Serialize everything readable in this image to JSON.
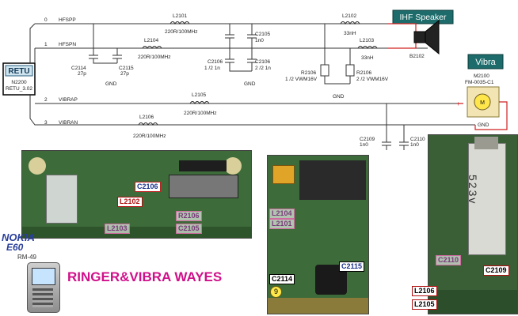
{
  "schematic": {
    "retu": {
      "title": "RETU",
      "part": "N2200",
      "version": "RETU_3.02"
    },
    "nets": [
      {
        "num": "0",
        "name": "HFSPP"
      },
      {
        "num": "1",
        "name": "HFSPN"
      },
      {
        "num": "2",
        "name": "VIBRAP"
      },
      {
        "num": "3",
        "name": "VIBRAN"
      }
    ],
    "components": {
      "L2101": {
        "ref": "L2101",
        "value": "220R/100MHz"
      },
      "L2104": {
        "ref": "L2104",
        "value": "220R/100MHz"
      },
      "L2102": {
        "ref": "L2102",
        "value": "33nH"
      },
      "L2103": {
        "ref": "L2103",
        "value": "33nH"
      },
      "L2105": {
        "ref": "L2105",
        "value": "220R/100MHz"
      },
      "L2106": {
        "ref": "L2106",
        "value": "220R/100MHz"
      },
      "C2105": {
        "ref": "C2105",
        "value": "1n0"
      },
      "C2114": {
        "ref": "C2114",
        "value": "27p"
      },
      "C2115": {
        "ref": "C2115",
        "value": "27p"
      },
      "C2106": {
        "ref": "C2106",
        "value": "1 /2 1n"
      },
      "C2106b": {
        "ref": "C2106",
        "value": "2 /2 1n"
      },
      "R2106a": {
        "ref": "R2106",
        "value": "1 /2 VWM16V"
      },
      "R2106b": {
        "ref": "R2106",
        "value": "2 /2 VWM16V"
      },
      "C2109": {
        "ref": "C2109",
        "value": "1n0"
      },
      "C2110": {
        "ref": "C2110",
        "value": "1n0"
      },
      "B2102": {
        "ref": "B2102"
      },
      "M2100": {
        "ref": "M2100",
        "value": "FM-0035-C1"
      }
    },
    "gnd": "GND",
    "ihf_label": "IHF Speaker",
    "vibra_label": "Vibra",
    "motor_glyph": "M"
  },
  "photo_tags": {
    "left": {
      "c2106": "C2106",
      "l2102": "L2102",
      "r2106": "R2106",
      "l2103": "L2103",
      "c2105": "C2105"
    },
    "mid": {
      "l2104": "L2104",
      "l2101": "L2101",
      "c2114": "C2114",
      "c2115": "C2115",
      "nine": "9"
    },
    "right": {
      "c2110": "C2110",
      "c2109": "C2109",
      "l2106": "L2106",
      "l2105": "L2105",
      "motor_marking": "523v"
    }
  },
  "brand": {
    "maker": "NOKIA",
    "model": "E60",
    "code": "RM-49"
  },
  "caption": "RINGER&VIBRA WAYES"
}
